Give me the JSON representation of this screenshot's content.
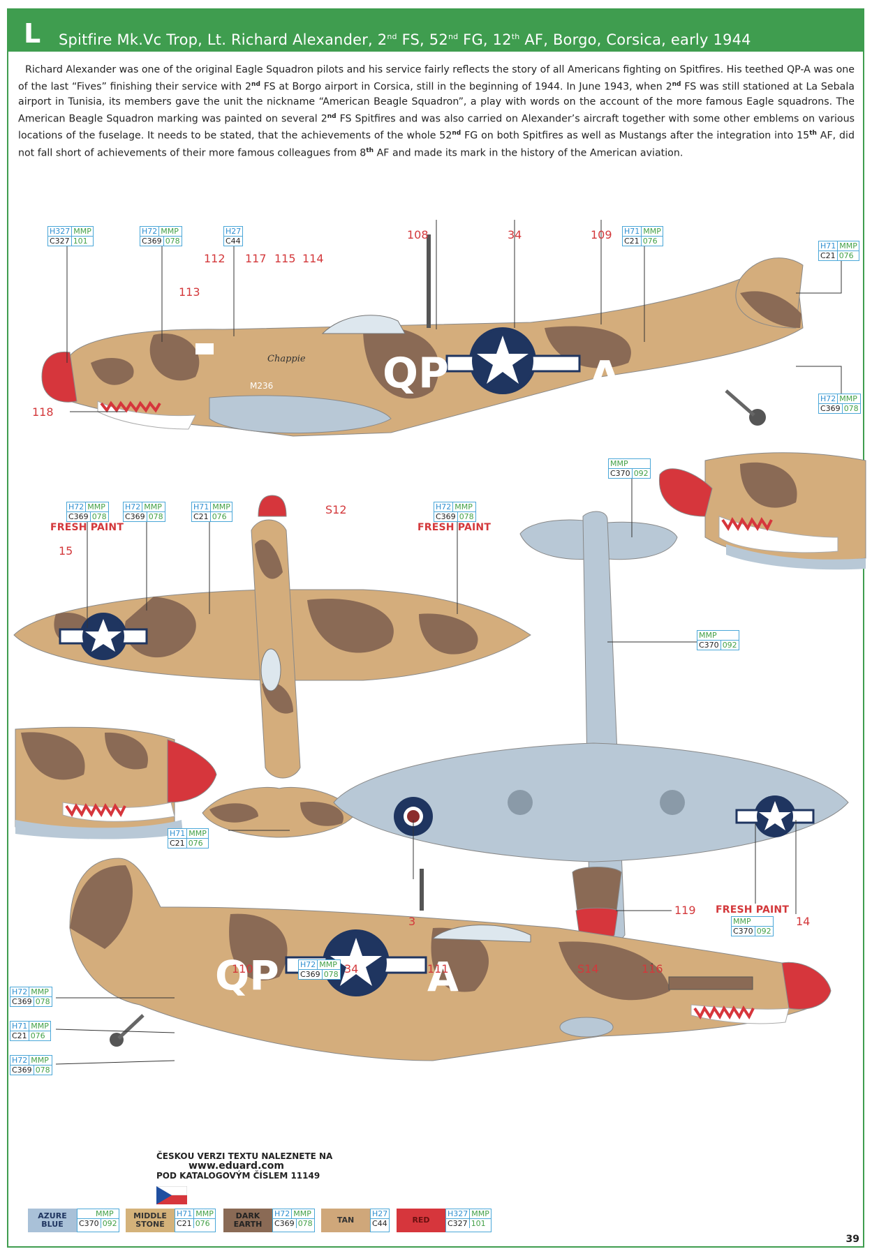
{
  "header": {
    "letter": "L",
    "title_a": "Spitfire Mk.Vc Trop, Lt. Richard Alexander, 2",
    "title_sup1": "nd",
    "title_b": " FS, 52",
    "title_sup2": "nd",
    "title_c": " FG, 12",
    "title_sup3": "th",
    "title_d": " AF, Borgo, Corsica, early 1944"
  },
  "intro": {
    "p1": "Richard Alexander was one of the original Eagle Squadron pilots and his service fairly reflects the story of all Americans fighting on Spitfires. His teethed QP-A was one of the last “Fives” finishing their service with 2",
    "s1": "nd",
    "p2": " FS at Borgo airport in Corsica, still in the beginning of 1944. In June 1943, when 2",
    "s2": "nd",
    "p3": " FS was still stationed at La Sebala airport in Tunisia, its members gave the unit the nickname “American Beagle Squadron”, a play with words on the account of the more famous Eagle squadrons. The American Beagle Squadron marking was painted on several 2",
    "s3": "nd",
    "p4": " FS Spitfires and was also carried on Alexander’s aircraft together with some other emblems on various locations of the fuselage. It needs to be stated, that the achievements of the whole 52",
    "s4": "nd",
    "p5": " FG on both Spitfires as well as Mustangs after the integration into 15",
    "s5": "th",
    "p6": " AF, did not fall short of achievements of their more famous colleagues from 8",
    "s6": "th",
    "p7": " AF and made its mark in the history of the American aviation."
  },
  "aircraft": {
    "codes_left": "QP",
    "codes_right": "A",
    "nose_art": "Chappie",
    "serial": "M236"
  },
  "callouts": [
    "108",
    "34",
    "109",
    "112",
    "117",
    "115",
    "114",
    "113",
    "118",
    "S12",
    "15",
    "3",
    "119",
    "14",
    "110",
    "34",
    "111",
    "S14",
    "116"
  ],
  "paint_labels": {
    "fresh": "FRESH PAINT"
  },
  "codes": {
    "h327": {
      "h": "H327",
      "m": "MMP",
      "c": "C327",
      "n": "101"
    },
    "h72": {
      "h": "H72",
      "m": "MMP",
      "c": "C369",
      "n": "078"
    },
    "h27": {
      "h": "H27",
      "c": "C44"
    },
    "h71": {
      "h": "H71",
      "m": "MMP",
      "c": "C21",
      "n": "076"
    },
    "mmp370": {
      "m": "MMP",
      "c": "C370",
      "n": "092"
    }
  },
  "legend": [
    {
      "name": "AZURE BLUE",
      "color": "#a9c1d8"
    },
    {
      "name": "MIDDLE STONE",
      "color": "#d4b27a"
    },
    {
      "name": "DARK EARTH",
      "color": "#8a6a55"
    },
    {
      "name": "TAN",
      "color": "#cfa77a"
    },
    {
      "name": "RED",
      "color": "#d6363c"
    }
  ],
  "czech": {
    "line1": "ČESKOU VERZI TEXTU NALEZNETE NA",
    "site": "www.eduard.com",
    "line3": "POD KATALOGOVÝM ČÍSLEM 11149"
  },
  "page_number": "39",
  "colors": {
    "green": "#3f9d4f",
    "red": "#d6363c",
    "tan": "#cfa77a",
    "earth": "#8a6a55",
    "azure": "#a9c1d8",
    "navy": "#1f3560"
  }
}
